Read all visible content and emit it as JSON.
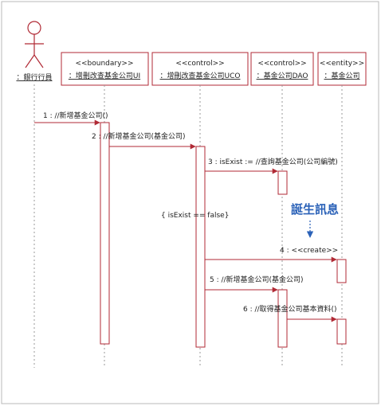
{
  "colors": {
    "border": "#b02a35",
    "lifeline": "#9a9a9a",
    "text": "#222222",
    "note": "#2b62b8"
  },
  "actor": {
    "name": "：銀行行員"
  },
  "objects": [
    {
      "stereotype": "<<boundary>>",
      "name": "：增刪改查基金公司UI"
    },
    {
      "stereotype": "<<control>>",
      "name": "：增刪改查基金公司UCO"
    },
    {
      "stereotype": "<<control>>",
      "name": "：基金公司DAO"
    },
    {
      "stereotype": "<<entity>>",
      "name": "：基金公司"
    }
  ],
  "messages": [
    {
      "label": "1 : //新增基金公司()"
    },
    {
      "label": "2 : //新增基金公司(基金公司)"
    },
    {
      "label": "3 : isExist := //查詢基金公司(公司編號)"
    },
    {
      "label": "4 : <<create>>"
    },
    {
      "label": "5 : //新增基金公司(基金公司)"
    },
    {
      "label": "6 : //取得基金公司基本資料()"
    }
  ],
  "guard": "{ isExist == false}",
  "note": "誕生訊息"
}
